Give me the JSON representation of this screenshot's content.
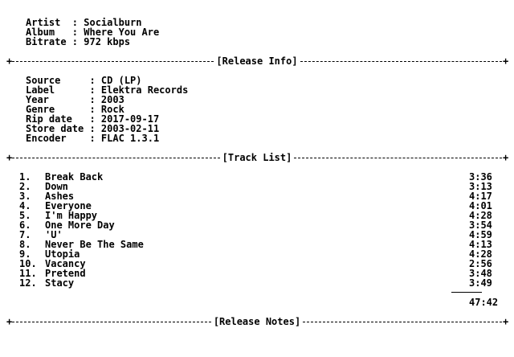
{
  "header": {
    "artist_key": "Artist  : ",
    "artist": "Socialburn",
    "album_key": "Album   : ",
    "album": "Where You Are",
    "bitrate_key": "Bitrate : ",
    "bitrate": "972 kbps"
  },
  "sections": {
    "release_info": "[Release Info]",
    "track_list": "[Track List]",
    "release_notes": "[Release Notes]"
  },
  "release_info": [
    {
      "key": "Source     : ",
      "value": "CD (LP)"
    },
    {
      "key": "Label      : ",
      "value": "Elektra Records"
    },
    {
      "key": "Year       : ",
      "value": "2003"
    },
    {
      "key": "Genre      : ",
      "value": "Rock"
    },
    {
      "key": "Rip date   : ",
      "value": "2017-09-17"
    },
    {
      "key": "Store date : ",
      "value": "2003-02-11"
    },
    {
      "key": "Encoder    : ",
      "value": "FLAC 1.3.1"
    }
  ],
  "tracks": [
    {
      "num": "1.",
      "title": "Break Back",
      "duration": "3:36"
    },
    {
      "num": "2.",
      "title": "Down",
      "duration": "3:13"
    },
    {
      "num": "3.",
      "title": "Ashes",
      "duration": "4:17"
    },
    {
      "num": "4.",
      "title": "Everyone",
      "duration": "4:01"
    },
    {
      "num": "5.",
      "title": "I'm Happy",
      "duration": "4:28"
    },
    {
      "num": "6.",
      "title": "One More Day",
      "duration": "3:54"
    },
    {
      "num": "7.",
      "title": "'U'",
      "duration": "4:59"
    },
    {
      "num": "8.",
      "title": "Never Be The Same",
      "duration": "4:13"
    },
    {
      "num": "9.",
      "title": "Utopia",
      "duration": "4:28"
    },
    {
      "num": "10.",
      "title": "Vacancy",
      "duration": "2:56"
    },
    {
      "num": "11.",
      "title": "Pretend",
      "duration": "3:48"
    },
    {
      "num": "12.",
      "title": "Stacy",
      "duration": "3:49"
    }
  ],
  "total_duration": "47:42"
}
